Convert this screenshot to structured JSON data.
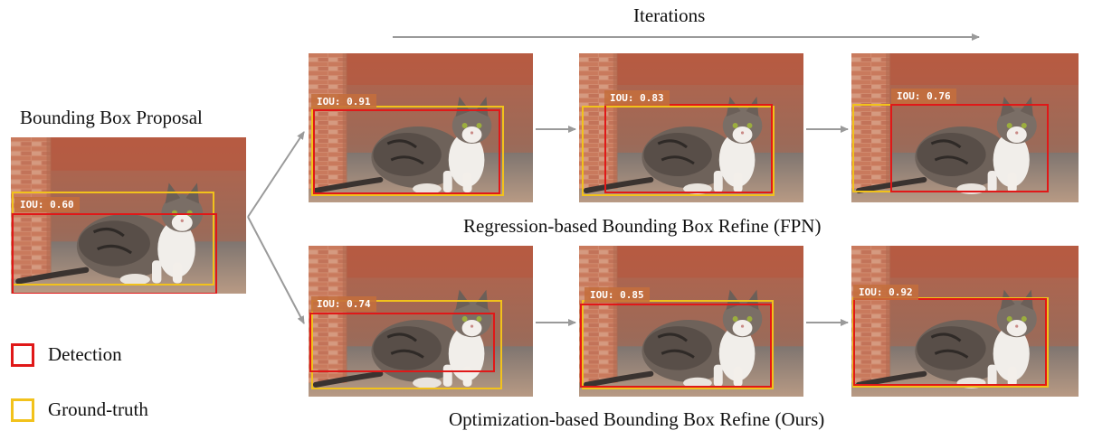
{
  "titles": {
    "proposal": "Bounding Box Proposal",
    "iterations": "Iterations",
    "fpn": "Regression-based Bounding Box Refine (FPN)",
    "ours": "Optimization-based Bounding Box Refine (Ours)"
  },
  "legend": {
    "detection": "Detection",
    "ground_truth": "Ground-truth"
  },
  "colors": {
    "detection": "#e01818",
    "ground_truth": "#f2c21b",
    "arrow": "#9a9a9a"
  },
  "iou": {
    "proposal": "IOU: 0.60",
    "fpn_1": "IOU: 0.91",
    "fpn_2": "IOU: 0.83",
    "fpn_3": "IOU: 0.76",
    "ours_1": "IOU: 0.74",
    "ours_2": "IOU: 0.85",
    "ours_3": "IOU: 0.92"
  }
}
